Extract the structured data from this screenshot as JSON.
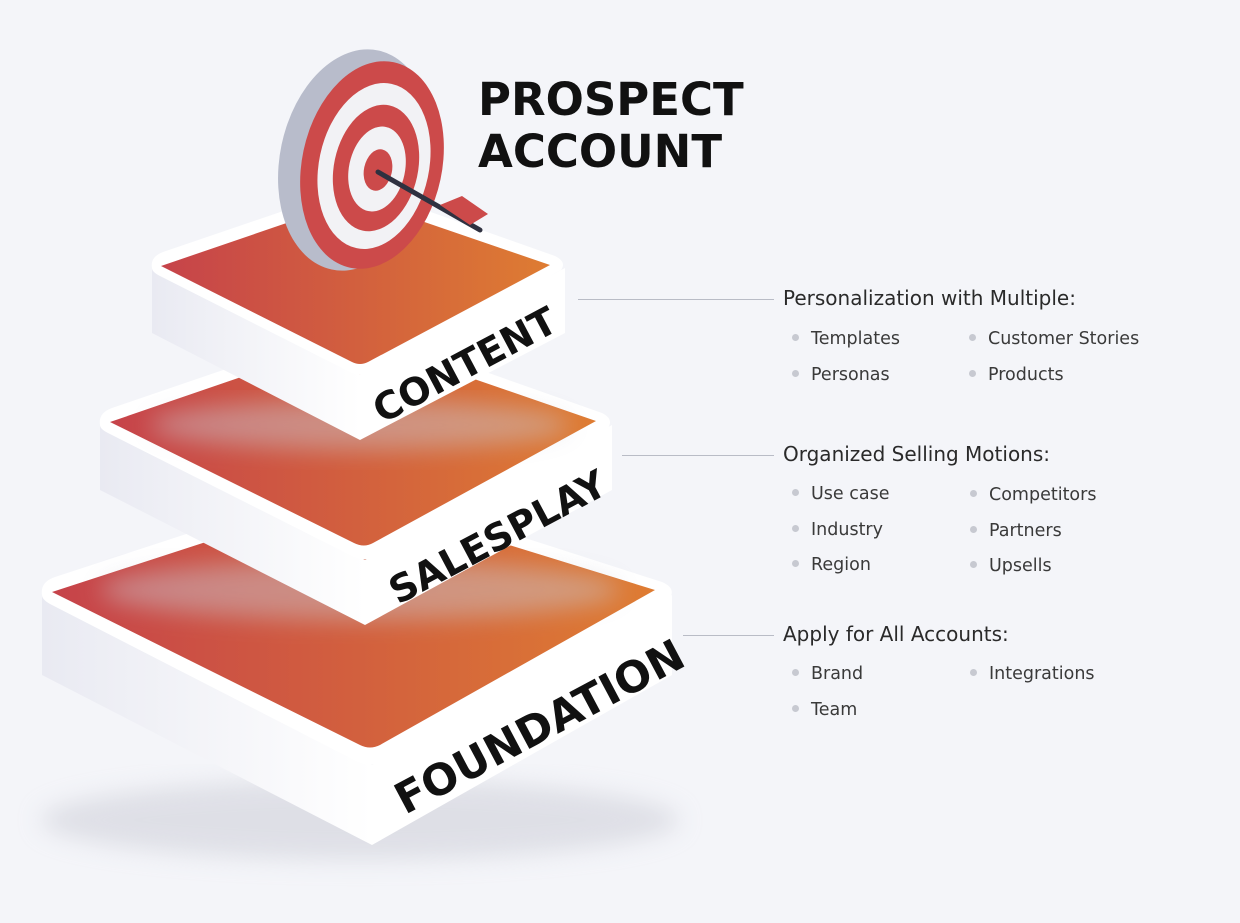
{
  "title": {
    "line1": "PROSPECT",
    "line2": "ACCOUNT"
  },
  "tiers": [
    {
      "label": "CONTENT"
    },
    {
      "label": "SALESPLAY"
    },
    {
      "label": "FOUNDATION"
    }
  ],
  "groups": [
    {
      "heading": "Personalization with Multiple:",
      "left": [
        "Templates",
        "Personas"
      ],
      "right": [
        "Customer Stories",
        "Products"
      ]
    },
    {
      "heading": "Organized Selling Motions:",
      "left": [
        "Use case",
        "Industry",
        "Region"
      ],
      "right": [
        "Competitors",
        "Partners",
        "Upsells"
      ]
    },
    {
      "heading": "Apply for All Accounts:",
      "left": [
        "Brand",
        "Team"
      ],
      "right": [
        "Integrations"
      ]
    }
  ],
  "colors": {
    "top_left": "#c9474a",
    "top_right": "#dc7a33",
    "side": "#ffffff",
    "background": "#f4f5f9",
    "target_red": "#cc4a4a"
  },
  "icons": {
    "target": "target-icon",
    "arrow": "arrow-icon"
  }
}
